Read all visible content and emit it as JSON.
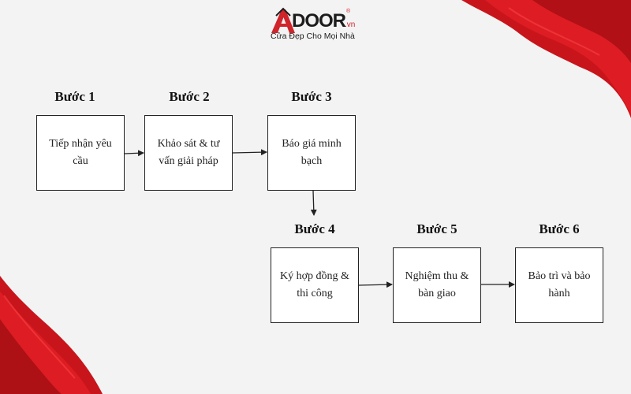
{
  "logo": {
    "brand": "DOOR",
    "suffix": ".vn",
    "registered": "®",
    "tagline": "Cửa Đẹp Cho Mọi Nhà"
  },
  "steps": [
    {
      "label": "Bước 1",
      "text": "Tiếp nhận yêu cầu"
    },
    {
      "label": "Bước 2",
      "text": "Khảo sát & tư vấn giải pháp"
    },
    {
      "label": "Bước 3",
      "text": "Báo giá minh bạch"
    },
    {
      "label": "Bước 4",
      "text": "Ký hợp đồng & thi công"
    },
    {
      "label": "Bước 5",
      "text": "Nghiệm thu & bàn giao"
    },
    {
      "label": "Bước 6",
      "text": "Bảo trì và bảo hành"
    }
  ],
  "colors": {
    "brand_red": "#d0232a",
    "ribbon_red": "#c8151b",
    "box_border": "#222222",
    "background": "#f3f3f3"
  }
}
